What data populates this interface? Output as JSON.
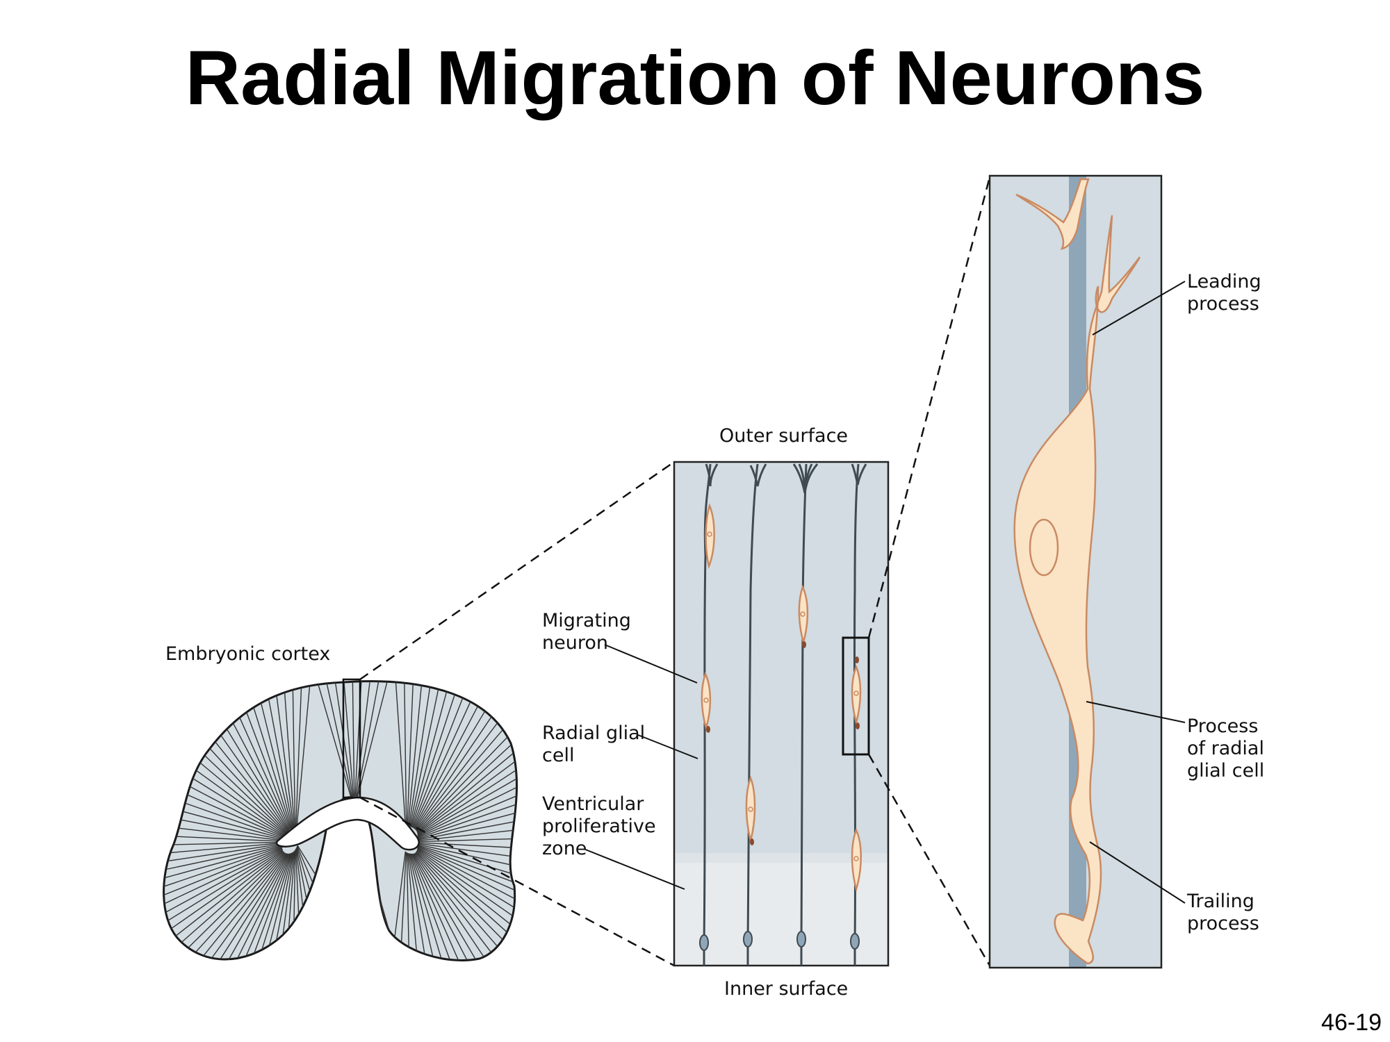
{
  "title": "Radial Migration of Neurons",
  "slide_number": "46-19",
  "labels": {
    "embryonic_cortex": "Embryonic cortex",
    "outer_surface": "Outer surface",
    "inner_surface": "Inner surface",
    "migrating_neuron": "Migrating\nneuron",
    "radial_glial_cell": "Radial glial\ncell",
    "ventricular_zone": "Ventricular\nproliferative\nzone",
    "leading_process": "Leading\nprocess",
    "process_radial_glial": "Process\nof radial\nglial cell",
    "trailing_process": "Trailing\nprocess"
  },
  "colors": {
    "panel_fill": "#d2dce2",
    "ventricular_fill": "#e8ebed",
    "glia_stroke": "#3f4a52",
    "neuron_fill": "#fbe3c6",
    "neuron_stroke": "#c98a62",
    "glia_process_fill": "#8fa6b8",
    "cortex_fill": "#d4dde2"
  }
}
